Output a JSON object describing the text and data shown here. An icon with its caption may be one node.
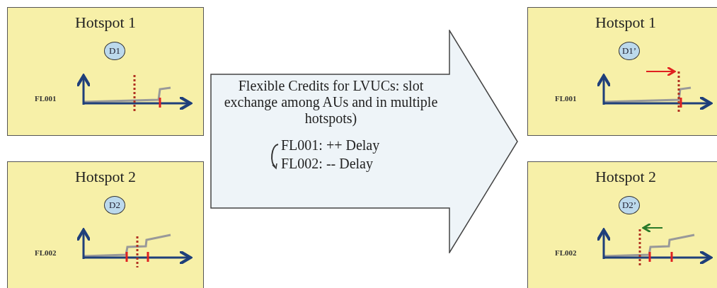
{
  "diagram": {
    "nodes": [
      {
        "text": [
          "Hotspot 1"
        ]
      },
      {
        "text": [
          "D1"
        ],
        "in": 0
      },
      {
        "text": [
          "Hotspot 2"
        ]
      },
      {
        "text": [
          "D2"
        ],
        "in": 2
      },
      {
        "text": [
          "Flexible Credits for LVUCs: slot exchange among AUs and in multiple hotspots)",
          "FL001: ++ Delay",
          "FL002: -- Delay"
        ]
      },
      {
        "text": [
          "Hotspot 1"
        ]
      },
      {
        "text": [
          "D1’"
        ],
        "in": 5
      },
      {
        "text": [
          "Hotspot 2"
        ]
      },
      {
        "text": [
          "D2’"
        ],
        "in": 7
      }
    ],
    "edges": [],
    "labels": [
      "FL001",
      "FL001",
      "FL002",
      "FL002"
    ]
  }
}
